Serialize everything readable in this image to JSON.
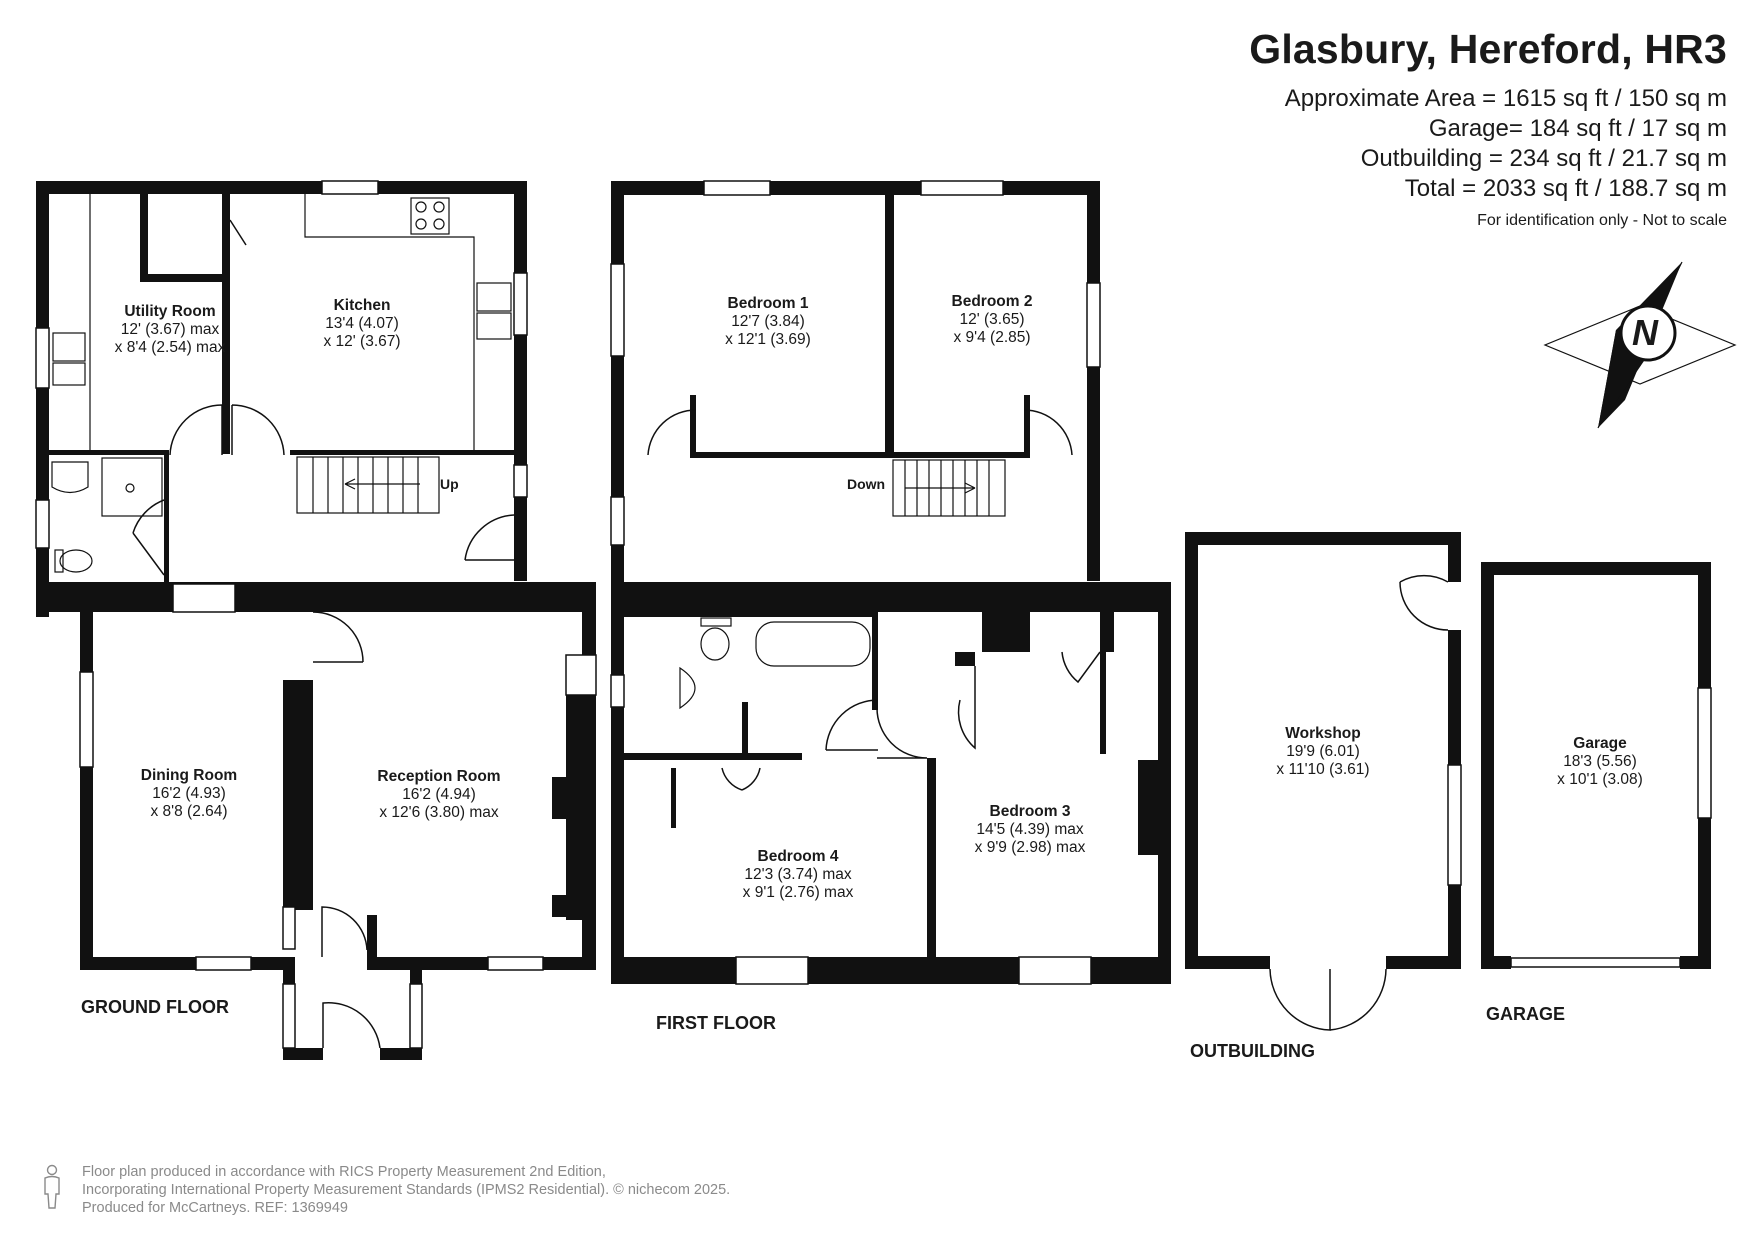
{
  "header": {
    "title": "Glasbury, Hereford, HR3",
    "area_lines": [
      "Approximate Area = 1615 sq ft / 150 sq m",
      "Garage= 184 sq ft / 17 sq m",
      "Outbuilding = 234 sq ft / 21.7 sq m",
      "Total = 2033 sq ft / 188.7 sq m"
    ],
    "note": "For identification only - Not to scale"
  },
  "compass": {
    "letter": "N",
    "icon": "compass-rose-icon"
  },
  "floors": {
    "ground": "GROUND FLOOR",
    "first": "FIRST FLOOR",
    "outbuilding": "OUTBUILDING",
    "garage": "GARAGE"
  },
  "stairs": {
    "up": "Up",
    "down": "Down"
  },
  "rooms": {
    "utility": {
      "name": "Utility Room",
      "dim1": "12' (3.67) max",
      "dim2": "x 8'4 (2.54) max"
    },
    "kitchen": {
      "name": "Kitchen",
      "dim1": "13'4 (4.07)",
      "dim2": "x 12' (3.67)"
    },
    "dining": {
      "name": "Dining Room",
      "dim1": "16'2 (4.93)",
      "dim2": "x 8'8 (2.64)"
    },
    "reception": {
      "name": "Reception Room",
      "dim1": "16'2 (4.94)",
      "dim2": "x 12'6 (3.80) max"
    },
    "bedroom1": {
      "name": "Bedroom 1",
      "dim1": "12'7 (3.84)",
      "dim2": "x 12'1 (3.69)"
    },
    "bedroom2": {
      "name": "Bedroom 2",
      "dim1": "12' (3.65)",
      "dim2": "x 9'4 (2.85)"
    },
    "bedroom3": {
      "name": "Bedroom 3",
      "dim1": "14'5 (4.39) max",
      "dim2": "x 9'9 (2.98) max"
    },
    "bedroom4": {
      "name": "Bedroom 4",
      "dim1": "12'3 (3.74) max",
      "dim2": "x 9'1 (2.76) max"
    },
    "workshop": {
      "name": "Workshop",
      "dim1": "19'9 (6.01)",
      "dim2": "x 11'10 (3.61)"
    },
    "garage": {
      "name": "Garage",
      "dim1": "18'3 (5.56)",
      "dim2": "x 10'1 (3.08)"
    }
  },
  "footer": {
    "line1": "Floor plan produced in accordance with RICS Property Measurement 2nd Edition,",
    "line2": "Incorporating International Property Measurement Standards (IPMS2 Residential).   © nichecom 2025.",
    "line3": "Produced for McCartneys.   REF:  1369949"
  },
  "colors": {
    "wall": "#111111",
    "window": "#ffffff",
    "text": "#1a1a1a",
    "footer_text": "#8a8a8a"
  }
}
